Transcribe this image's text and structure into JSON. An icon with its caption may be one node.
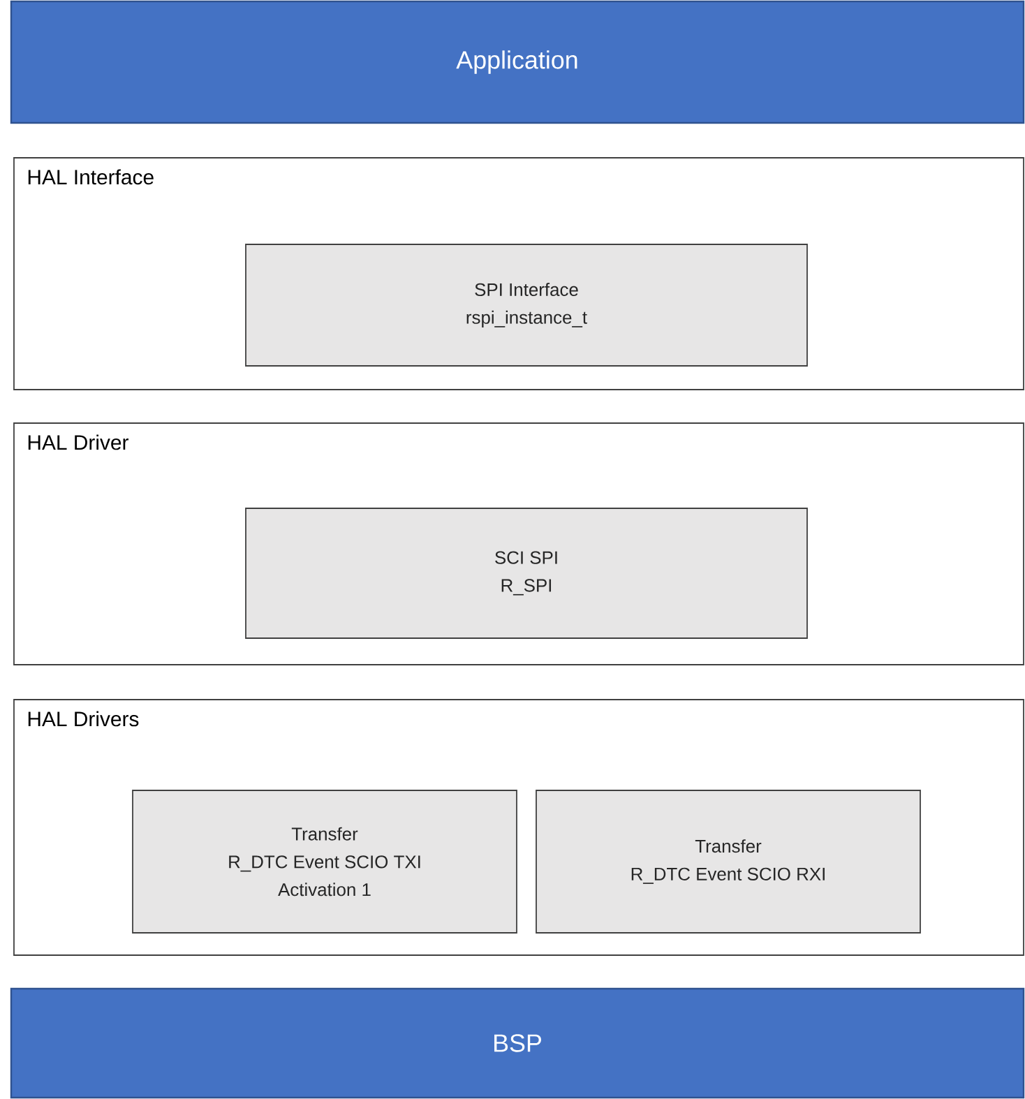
{
  "diagram": {
    "nodes": [
      {
        "text": [
          "Application"
        ]
      },
      {
        "text": [
          "HAL Interface"
        ]
      },
      {
        "text": [
          "SPI Interface",
          "rspi_instance_t"
        ],
        "in": 1
      },
      {
        "text": [
          "HAL Driver"
        ]
      },
      {
        "text": [
          "SCI SPI",
          "R_SPI"
        ],
        "in": 3
      },
      {
        "text": [
          "HAL Drivers"
        ]
      },
      {
        "text": [
          "Transfer",
          "R_DTC Event SCIO TXI",
          "Activation 1"
        ],
        "in": 5
      },
      {
        "text": [
          "Transfer",
          "R_DTC Event SCIO RXI"
        ],
        "in": 5
      },
      {
        "text": [
          "BSP"
        ]
      }
    ]
  }
}
